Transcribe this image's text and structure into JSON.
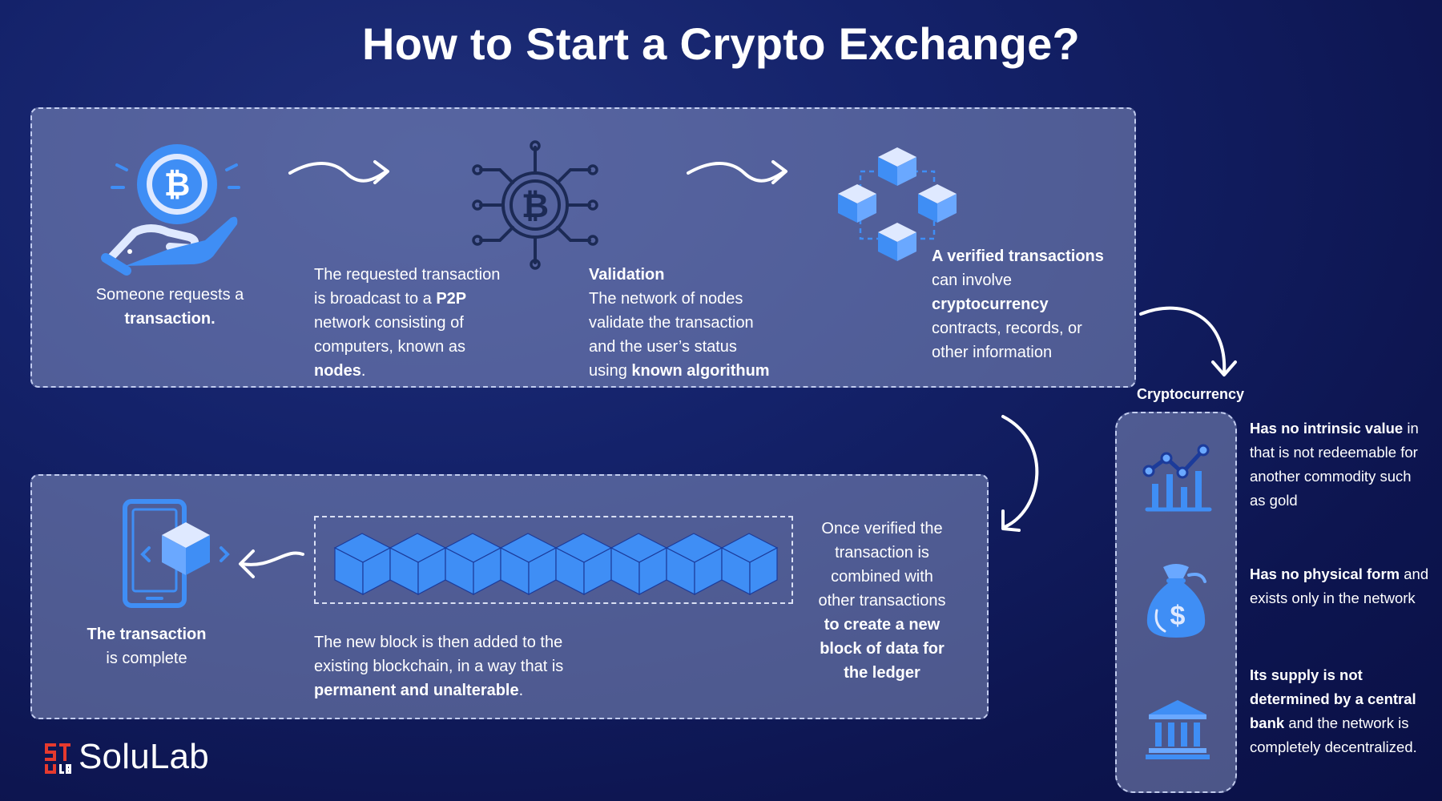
{
  "title": "How to Start a Crypto Exchange?",
  "colors": {
    "accent_blue": "#3f8ef5",
    "panel": "#8f9acb",
    "logo_red": "#e63a2e"
  },
  "steps_top": [
    {
      "icon": "bitcoin-hand-icon",
      "line1": "Someone requests a",
      "line2_bold": "transaction."
    },
    {
      "icon": "bitcoin-network-icon",
      "l1": "The requested transaction",
      "l2a": "is broadcast to a ",
      "l2b": "P2P",
      "l3": "network consisting of",
      "l4": "computers, known as",
      "l5b": "nodes",
      "l5c": "."
    },
    {
      "heading": "Validation",
      "l1": "The network of nodes",
      "l2": "validate the transaction",
      "l3": "and the user’s status",
      "l4a": "using ",
      "l4b": "known algorithum"
    },
    {
      "icon": "blocks-cluster-icon",
      "l1b": "A verified transactions",
      "l2": "can involve",
      "l3b": "cryptocurrency",
      "l4": "contracts, records, or",
      "l5": "other information"
    }
  ],
  "steps_bottom": {
    "complete": {
      "icon": "mobile-block-icon",
      "l1b": "The transaction",
      "l2": "is complete"
    },
    "blockchain": {
      "icon": "blockchain-row-icon",
      "l1": "The new block is then added to the",
      "l2": "existing blockchain, in a way that is",
      "l3b": "permanent and  unalterable",
      "l3c": "."
    },
    "verified": {
      "l1": "Once verified the",
      "l2": "transaction is",
      "l3": "combined with",
      "l4": "other transactions",
      "l5b": "to create a new",
      "l6b": "block of data for",
      "l7b": "the ledger"
    }
  },
  "cryptocurrency": {
    "heading": "Cryptocurrency",
    "items": [
      {
        "icon": "chart-growth-icon",
        "l1b": "Has no intrinsic value",
        "l1c": " in",
        "l2": "that is not redeemable for",
        "l3": "another commodity such",
        "l4": "as gold"
      },
      {
        "icon": "money-bag-icon",
        "l1b": "Has no physical form",
        "l1c": " and",
        "l2": "exists only in the network"
      },
      {
        "icon": "bank-icon",
        "l1b": "Its supply is not",
        "l2b": "determined by a central",
        "l3b": "bank",
        "l3c": " and the network is",
        "l4": "completely decentralized."
      }
    ]
  },
  "logo": {
    "brand": "SoluLab"
  }
}
